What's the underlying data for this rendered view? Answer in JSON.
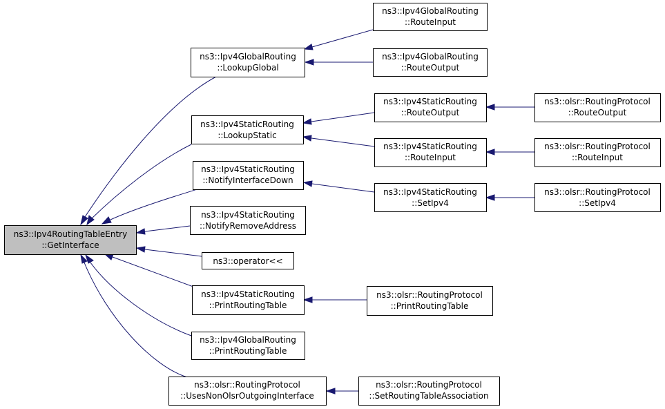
{
  "colors": {
    "edge": "#191970",
    "root_fill": "#bfbfbf",
    "node_fill": "#ffffff",
    "border": "#000000"
  },
  "nodes": {
    "root": {
      "line1": "ns3::Ipv4RoutingTableEntry",
      "line2": "::GetInterface"
    },
    "lookupGlobal": {
      "line1": "ns3::Ipv4GlobalRouting",
      "line2": "::LookupGlobal"
    },
    "globalRouteInput": {
      "line1": "ns3::Ipv4GlobalRouting",
      "line2": "::RouteInput"
    },
    "globalRouteOutput": {
      "line1": "ns3::Ipv4GlobalRouting",
      "line2": "::RouteOutput"
    },
    "lookupStatic": {
      "line1": "ns3::Ipv4StaticRouting",
      "line2": "::LookupStatic"
    },
    "staticRouteOutput": {
      "line1": "ns3::Ipv4StaticRouting",
      "line2": "::RouteOutput"
    },
    "olsrRouteOutput": {
      "line1": "ns3::olsr::RoutingProtocol",
      "line2": "::RouteOutput"
    },
    "staticRouteInput": {
      "line1": "ns3::Ipv4StaticRouting",
      "line2": "::RouteInput"
    },
    "olsrRouteInput": {
      "line1": "ns3::olsr::RoutingProtocol",
      "line2": "::RouteInput"
    },
    "notifyInterfaceDown": {
      "line1": "ns3::Ipv4StaticRouting",
      "line2": "::NotifyInterfaceDown"
    },
    "staticSetIpv4": {
      "line1": "ns3::Ipv4StaticRouting",
      "line2": "::SetIpv4"
    },
    "olsrSetIpv4": {
      "line1": "ns3::olsr::RoutingProtocol",
      "line2": "::SetIpv4"
    },
    "notifyRemoveAddress": {
      "line1": "ns3::Ipv4StaticRouting",
      "line2": "::NotifyRemoveAddress"
    },
    "operator": {
      "line1": "ns3::operator<<"
    },
    "staticPrintRoutingTable": {
      "line1": "ns3::Ipv4StaticRouting",
      "line2": "::PrintRoutingTable"
    },
    "olsrPrintRoutingTable": {
      "line1": "ns3::olsr::RoutingProtocol",
      "line2": "::PrintRoutingTable"
    },
    "globalPrintRoutingTable": {
      "line1": "ns3::Ipv4GlobalRouting",
      "line2": "::PrintRoutingTable"
    },
    "usesNonOlsr": {
      "line1": "ns3::olsr::RoutingProtocol",
      "line2": "::UsesNonOlsrOutgoingInterface"
    },
    "setRoutingTableAssociation": {
      "line1": "ns3::olsr::RoutingProtocol",
      "line2": "::SetRoutingTableAssociation"
    }
  },
  "edges": [
    {
      "from": "lookupGlobal",
      "to": "root"
    },
    {
      "from": "lookupStatic",
      "to": "root"
    },
    {
      "from": "notifyInterfaceDown",
      "to": "root"
    },
    {
      "from": "notifyRemoveAddress",
      "to": "root"
    },
    {
      "from": "operator",
      "to": "root"
    },
    {
      "from": "staticPrintRoutingTable",
      "to": "root"
    },
    {
      "from": "globalPrintRoutingTable",
      "to": "root"
    },
    {
      "from": "usesNonOlsr",
      "to": "root"
    },
    {
      "from": "globalRouteInput",
      "to": "lookupGlobal"
    },
    {
      "from": "globalRouteOutput",
      "to": "lookupGlobal"
    },
    {
      "from": "staticRouteOutput",
      "to": "lookupStatic"
    },
    {
      "from": "staticRouteInput",
      "to": "lookupStatic"
    },
    {
      "from": "olsrRouteOutput",
      "to": "staticRouteOutput"
    },
    {
      "from": "olsrRouteInput",
      "to": "staticRouteInput"
    },
    {
      "from": "staticSetIpv4",
      "to": "notifyInterfaceDown"
    },
    {
      "from": "olsrSetIpv4",
      "to": "staticSetIpv4"
    },
    {
      "from": "olsrPrintRoutingTable",
      "to": "staticPrintRoutingTable"
    },
    {
      "from": "setRoutingTableAssociation",
      "to": "usesNonOlsr"
    }
  ]
}
